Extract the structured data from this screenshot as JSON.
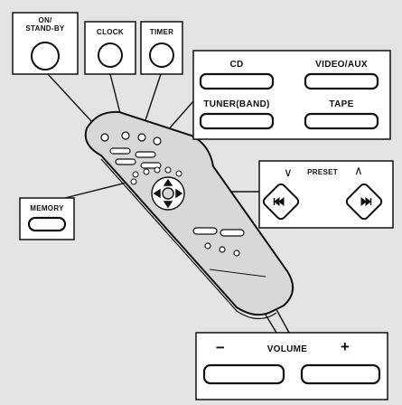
{
  "callouts": {
    "power": "ON/\nSTAND-BY",
    "clock": "CLOCK",
    "timer": "TIMER",
    "memory": "MEMORY"
  },
  "inputs": {
    "cd": "CD",
    "video_aux": "VIDEO/AUX",
    "tuner_band": "TUNER(BAND)",
    "tape": "TAPE"
  },
  "preset": {
    "label": "PRESET",
    "down_symbol": "∨",
    "up_symbol": "∧",
    "prev_icon": "skip-back-icon",
    "next_icon": "skip-forward-icon"
  },
  "volume": {
    "label": "VOLUME",
    "minus": "−",
    "plus": "+"
  },
  "colors": {
    "background": "#e4e4e4",
    "panel": "#ffffff",
    "remote": "#d8d8d8",
    "ink": "#111111"
  }
}
